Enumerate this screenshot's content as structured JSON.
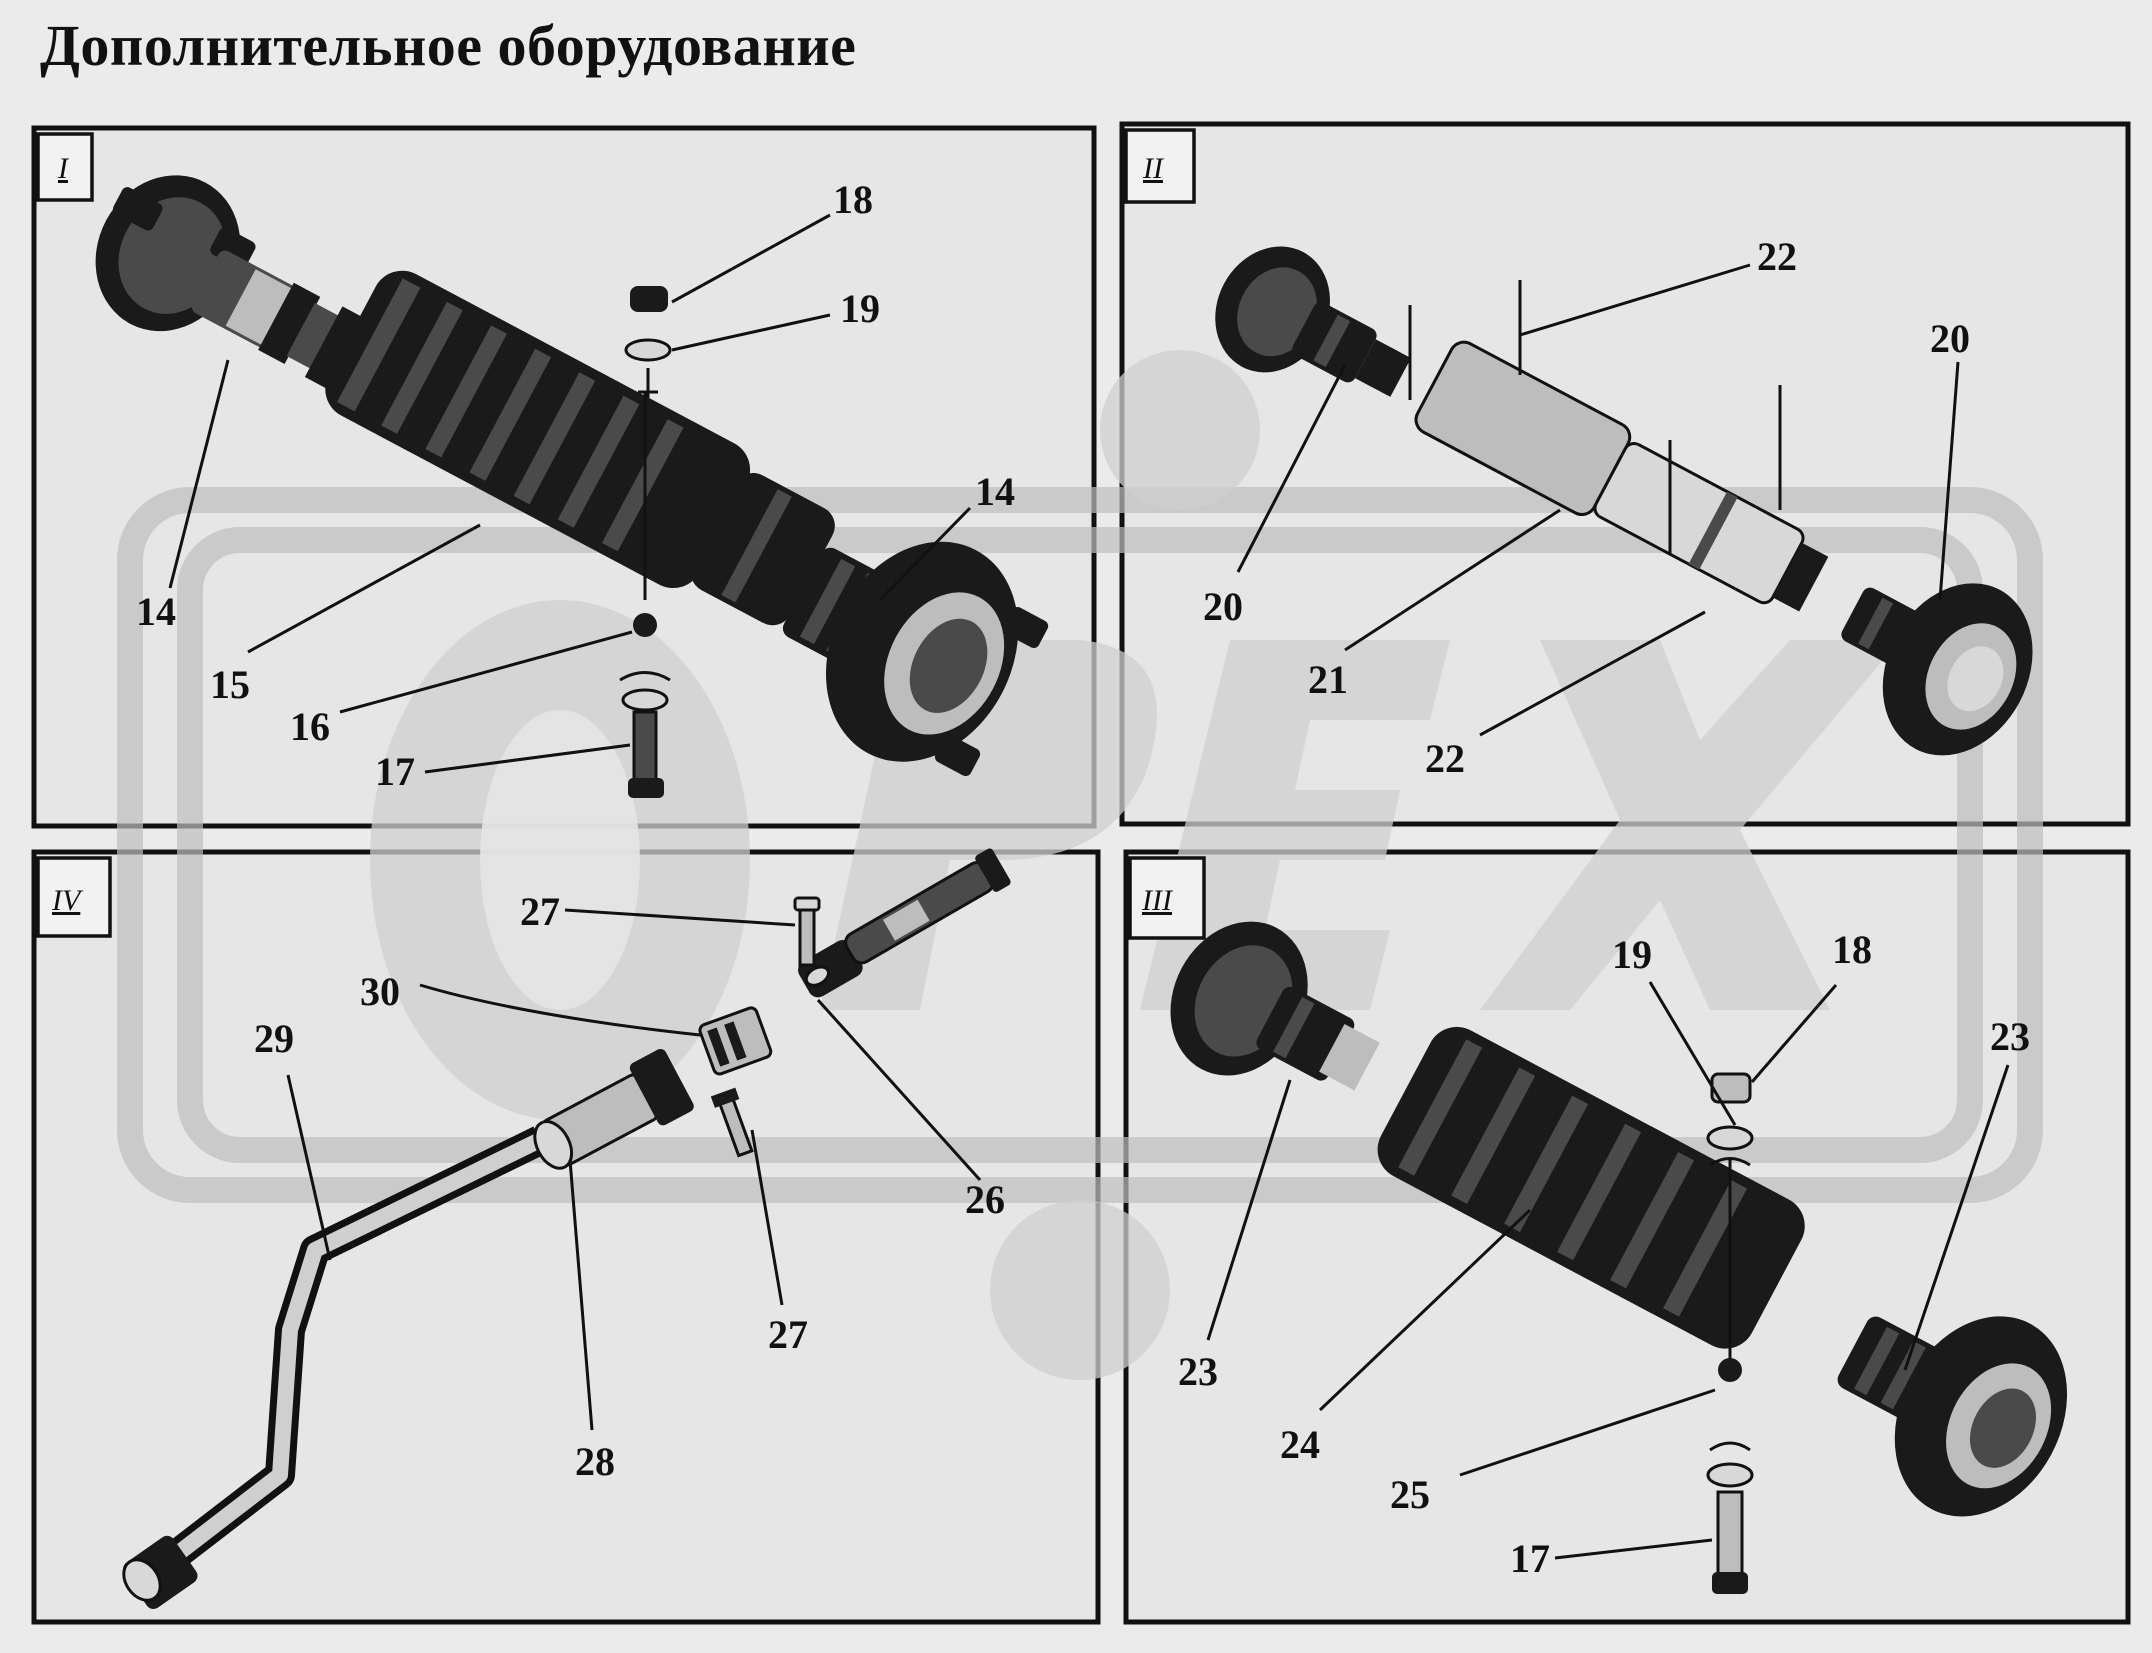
{
  "title": "Дополнительное оборудование",
  "panels": [
    {
      "id": "I",
      "label": "I"
    },
    {
      "id": "II",
      "label": "II"
    },
    {
      "id": "IV",
      "label": "IV"
    },
    {
      "id": "III",
      "label": "III"
    }
  ],
  "callouts": {
    "I": [
      "18",
      "19",
      "14",
      "14",
      "15",
      "16",
      "17"
    ],
    "II": [
      "22",
      "20",
      "20",
      "21",
      "22"
    ],
    "IV": [
      "27",
      "30",
      "29",
      "26",
      "27",
      "28"
    ],
    "III": [
      "19",
      "18",
      "23",
      "23",
      "24",
      "25",
      "17"
    ]
  },
  "watermark": "OPEX"
}
